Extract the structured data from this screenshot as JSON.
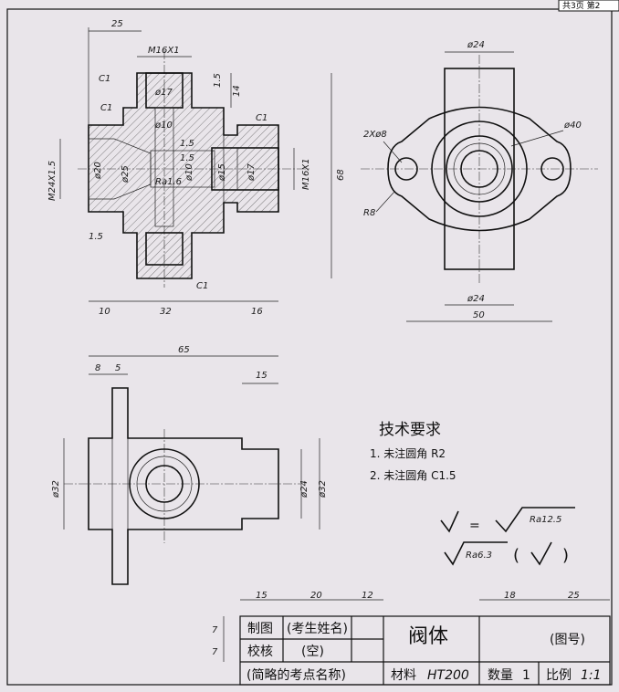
{
  "page_tag": "共3页 第2",
  "views": {
    "front": {
      "dims": {
        "d25": "25",
        "m16_top": "M16X1",
        "c1_a": "C1",
        "c1_b": "C1",
        "c1_c": "C1",
        "c1_d": "C1",
        "phi17_top": "ø17",
        "phi10_top": "ø10",
        "phi10_mid": "ø10",
        "phi15": "ø15",
        "phi17_right": "ø17",
        "phi20": "ø20",
        "phi25": "ø25",
        "m24": "M24X1.5",
        "m16_right": "M16X1",
        "ra16": "Ra1.6",
        "d15_a": "1.5",
        "d15_b": "1.5",
        "d15_c": "1.5",
        "d15_d": "1.5",
        "d14": "14",
        "d68": "68",
        "d10": "10",
        "d32": "32",
        "d16": "16"
      }
    },
    "side": {
      "dims": {
        "phi24_top": "ø24",
        "phi40": "ø40",
        "two_phi8": "2Xø8",
        "r8": "R8",
        "phi24_bottom": "ø24",
        "d50": "50"
      }
    },
    "top": {
      "dims": {
        "d65": "65",
        "d8": "8",
        "d5": "5",
        "d15": "15",
        "phi32_left": "ø32",
        "phi24": "ø24",
        "phi32_right": "ø32"
      }
    }
  },
  "tech": {
    "title": "技术要求",
    "item1": "1. 未注圆角 R2",
    "item2": "2. 未注圆角 C1.5"
  },
  "roughness": {
    "ra125": "Ra12.5",
    "ra63": "Ra6.3",
    "equals": "="
  },
  "title_block": {
    "col_15": "15",
    "col_20": "20",
    "col_12": "12",
    "col_18": "18",
    "col_25": "25",
    "row_7a": "7",
    "row_7b": "7",
    "drawn_label": "制图",
    "drawn_value": "(考生姓名)",
    "check_label": "校核",
    "check_value": "(空)",
    "part_name": "阀体",
    "drawing_no": "(图号)",
    "site_name": "(简略的考点名称)",
    "material_label": "材料",
    "material_value": "HT200",
    "qty_label": "数量",
    "qty_value": "1",
    "scale_label": "比例",
    "scale_value": "1:1"
  }
}
